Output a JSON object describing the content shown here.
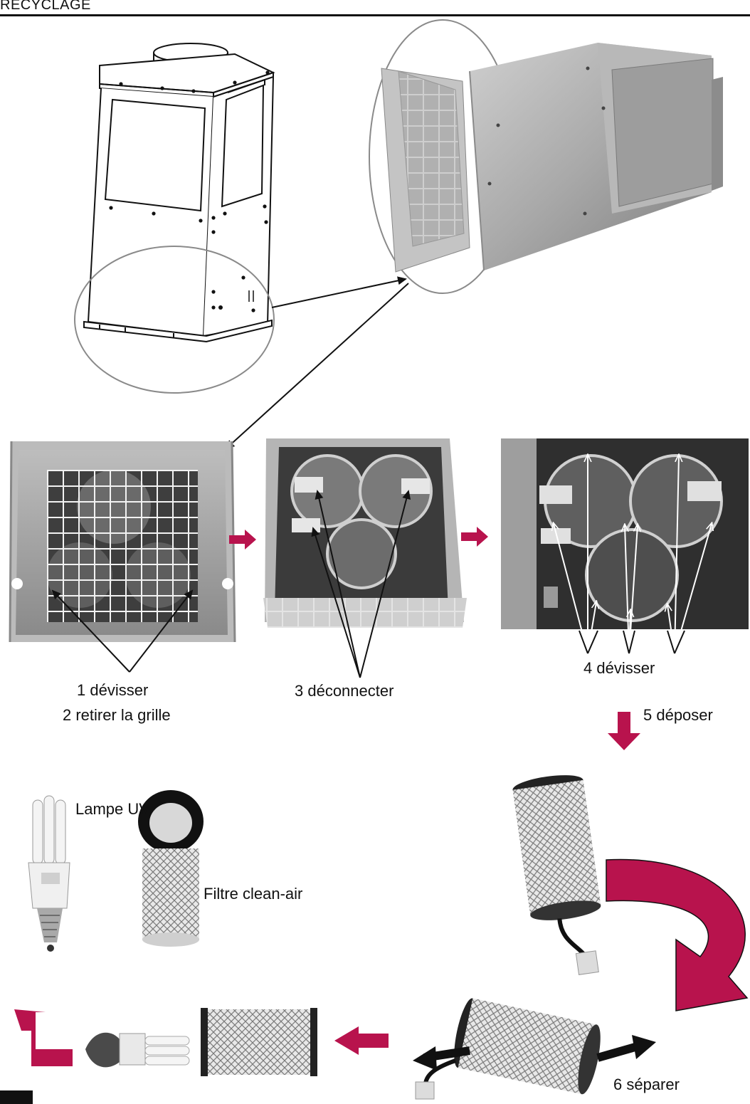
{
  "header": {
    "title": "RECYCLAGE"
  },
  "steps": {
    "step1": "1 dévisser",
    "step2": "2 retirer la grille",
    "step3": "3 déconnecter",
    "step4": "4 dévisser",
    "step5": "5 déposer",
    "step6": "6 séparer"
  },
  "parts": {
    "uv_lamp": "Lampe UV",
    "filter": "Filtre clean-air"
  },
  "colors": {
    "arrow_accent": "#b8134d",
    "ink": "#111111",
    "circle": "#8a8a8a"
  }
}
